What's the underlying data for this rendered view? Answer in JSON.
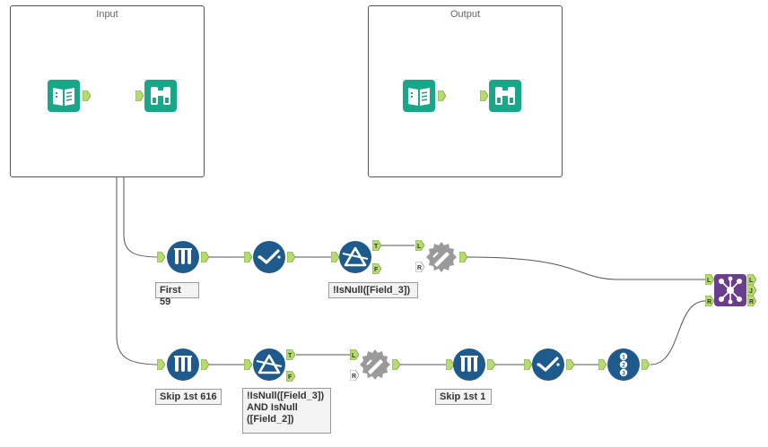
{
  "containers": {
    "input": {
      "title": "Input"
    },
    "output": {
      "title": "Output"
    }
  },
  "annotations": {
    "sample_first": "First 59",
    "filter_top": "!IsNull([Field_3])",
    "sample_skip": "Skip 1st 616",
    "filter_bottom": "!IsNull([Field_3])\nAND IsNull\n([Field_2])",
    "sample_skip_one": "Skip 1st 1"
  },
  "anchor_labels": {
    "true": "T",
    "false": "F",
    "left": "L",
    "right": "R",
    "join": "J"
  },
  "colors": {
    "teal": "#1aa789",
    "navy": "#1f5a8c",
    "purple": "#6a3d8f",
    "grey": "#9a9a9a",
    "anchor_green": "#b4dc6e",
    "wire": "#555555"
  },
  "icons": {
    "input_tool": "book-icon",
    "browse_tool": "binoculars-icon",
    "sample_tool": "test-tubes-icon",
    "select_tool": "checkmark-icon",
    "filter_tool": "triangle-filter-icon",
    "join_tool": "network-join-icon",
    "record_id_tool": "numbered-list-icon",
    "disabled_tool": "gear-disabled-icon"
  }
}
